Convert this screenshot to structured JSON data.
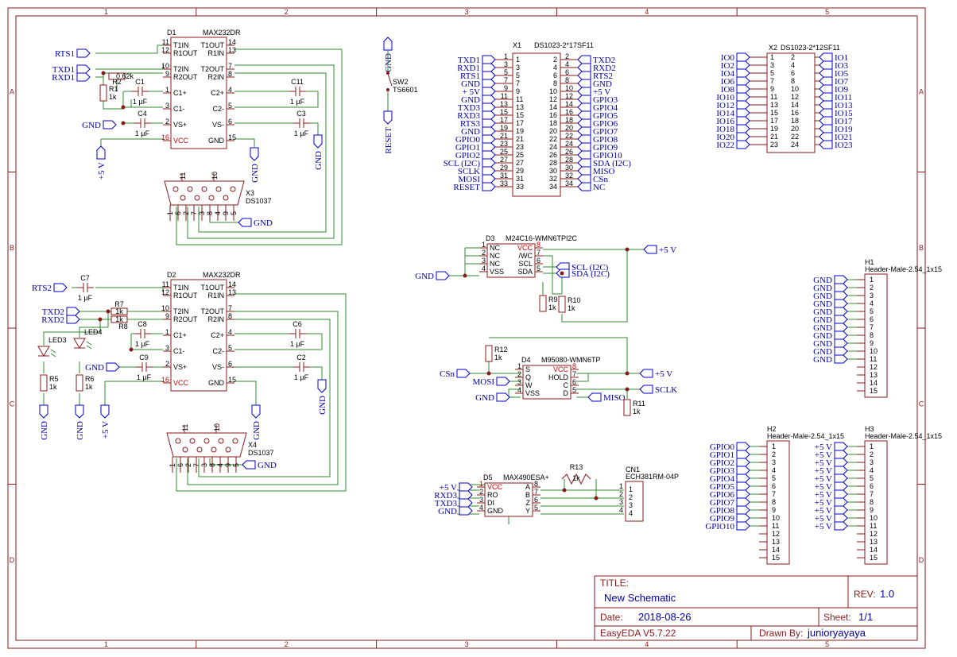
{
  "frame": {
    "columns": [
      "1",
      "2",
      "3",
      "4",
      "5"
    ],
    "rows": [
      "A",
      "B",
      "C",
      "D"
    ]
  },
  "title_block": {
    "title_label": "TITLE:",
    "title": "New Schematic",
    "rev_label": "REV:",
    "rev": "1.0",
    "date_label": "Date:",
    "date": "2018-08-26",
    "sheet_label": "Sheet:",
    "sheet": "1/1",
    "software": "EasyEDA V5.7.22",
    "drawn_label": "Drawn By:",
    "drawn_by": "junioryayaya"
  },
  "d1": {
    "ref": "D1",
    "part": "MAX232DR",
    "left_pins": [
      {
        "name": "T1IN",
        "num": "11"
      },
      {
        "name": "R1OUT",
        "num": "12"
      },
      {
        "name": "T2IN",
        "num": "10"
      },
      {
        "name": "R2OUT",
        "num": "9"
      },
      {
        "name": "C1+",
        "num": "1"
      },
      {
        "name": "C1-",
        "num": "3"
      },
      {
        "name": "VS+",
        "num": "2"
      },
      {
        "name": "VCC",
        "num": "16"
      }
    ],
    "right_pins": [
      {
        "name": "T1OUT",
        "num": "14"
      },
      {
        "name": "R1IN",
        "num": "13"
      },
      {
        "name": "T2OUT",
        "num": "7"
      },
      {
        "name": "R2IN",
        "num": "8"
      },
      {
        "name": "C2+",
        "num": "4"
      },
      {
        "name": "C2-",
        "num": "5"
      },
      {
        "name": "VS-",
        "num": "6"
      },
      {
        "name": "GND",
        "num": "15"
      }
    ]
  },
  "d2": {
    "ref": "D2",
    "part": "MAX232DR",
    "left_pins": [
      {
        "name": "T1IN",
        "num": "11"
      },
      {
        "name": "R1OUT",
        "num": "12"
      },
      {
        "name": "T2IN",
        "num": "10"
      },
      {
        "name": "R2OUT",
        "num": "9"
      },
      {
        "name": "C1+",
        "num": "1"
      },
      {
        "name": "C1-",
        "num": "3"
      },
      {
        "name": "VS+",
        "num": "2"
      },
      {
        "name": "VCC",
        "num": "16"
      }
    ],
    "right_pins": [
      {
        "name": "T1OUT",
        "num": "14"
      },
      {
        "name": "R1IN",
        "num": "13"
      },
      {
        "name": "T2OUT",
        "num": "7"
      },
      {
        "name": "R2IN",
        "num": "8"
      },
      {
        "name": "C2+",
        "num": "4"
      },
      {
        "name": "C2-",
        "num": "5"
      },
      {
        "name": "VS-",
        "num": "6"
      },
      {
        "name": "GND",
        "num": "15"
      }
    ]
  },
  "section1_labels": {
    "rts1": "RTS1",
    "txd1": "TXD1",
    "rxd1": "RXD1",
    "gnd": "GND",
    "vcc": "+5 V",
    "r1": "R1",
    "r1v": "1k",
    "r2": "R2",
    "r2v": "0.62k",
    "c1": "C1",
    "c4": "C4",
    "c11": "C11",
    "c3": "C3",
    "cap": "1 µF",
    "x3": "X3",
    "x3p": "DS1037",
    "x3gnd": "GND",
    "gnd2": "GND",
    "gnd3": "GND",
    "db_top": [
      "11",
      "10"
    ],
    "db_bot": [
      "1",
      "6",
      "2",
      "7",
      "3",
      "8",
      "4",
      "9",
      "5"
    ]
  },
  "section2_labels": {
    "rts2": "RTS2",
    "txd2": "TXD2",
    "rxd2": "RXD2",
    "gnd": "GND",
    "vcc": "+5 V",
    "c7": "C7",
    "r7": "R7",
    "r8": "R8",
    "rv": "1k",
    "c8": "C8",
    "c9": "C9",
    "c6": "C6",
    "c2": "C2",
    "cap": "1 µF",
    "led3": "LED3",
    "led4": "LED4",
    "r5": "R5",
    "r6": "R6",
    "gnd5": "GND",
    "gnd6": "GND",
    "gnd7": "GND",
    "gnd8": "GND",
    "x4": "X4",
    "x4p": "DS1037",
    "x4gnd": "GND",
    "db_top": [
      "11",
      "10"
    ],
    "db_bot": [
      "1",
      "6",
      "2",
      "7",
      "3",
      "8",
      "4",
      "9",
      "5"
    ]
  },
  "sw2": {
    "gnd": "GND",
    "ref": "SW2",
    "part": "TS6601",
    "reset": "RESET"
  },
  "x1": {
    "ref": "X1",
    "part": "DS1023-2*17SF11",
    "rows": [
      {
        "l": "TXD1",
        "a": "1",
        "b": "2",
        "r": "TXD2"
      },
      {
        "l": "RXD1",
        "a": "3",
        "b": "4",
        "r": "RXD2"
      },
      {
        "l": "RTS1",
        "a": "5",
        "b": "6",
        "r": "RTS2"
      },
      {
        "l": "GND",
        "a": "7",
        "b": "8",
        "r": "GND"
      },
      {
        "l": "+ 5V",
        "a": "9",
        "b": "10",
        "r": "+5 V"
      },
      {
        "l": "GND",
        "a": "11",
        "b": "12",
        "r": "GPIO3"
      },
      {
        "l": "TXD3",
        "a": "13",
        "b": "14",
        "r": "GPIO4"
      },
      {
        "l": "RXD3",
        "a": "15",
        "b": "16",
        "r": "GPIO5"
      },
      {
        "l": "RTS3",
        "a": "17",
        "b": "18",
        "r": "GPIO6"
      },
      {
        "l": "GND",
        "a": "19",
        "b": "20",
        "r": "GPIO7"
      },
      {
        "l": "GPIO0",
        "a": "21",
        "b": "22",
        "r": "GPIO8"
      },
      {
        "l": "GPIO1",
        "a": "23",
        "b": "24",
        "r": "GPIO9"
      },
      {
        "l": "GPIO2",
        "a": "25",
        "b": "26",
        "r": "GPIO10"
      },
      {
        "l": "SCL (I2C)",
        "a": "27",
        "b": "28",
        "r": "SDA (I2C)"
      },
      {
        "l": "SCLK",
        "a": "29",
        "b": "30",
        "r": "MISO"
      },
      {
        "l": "MOSI",
        "a": "31",
        "b": "32",
        "r": "CSn"
      },
      {
        "l": "RESET",
        "a": "33",
        "b": "34",
        "r": "NC"
      }
    ]
  },
  "x2": {
    "ref": "X2",
    "part": "DS1023-2*12SF11",
    "rows": [
      {
        "l": "IO0",
        "a": "1",
        "b": "2",
        "r": "IO1"
      },
      {
        "l": "IO2",
        "a": "3",
        "b": "4",
        "r": "IO3"
      },
      {
        "l": "IO4",
        "a": "5",
        "b": "6",
        "r": "IO5"
      },
      {
        "l": "IO6",
        "a": "7",
        "b": "8",
        "r": "IO7"
      },
      {
        "l": "IO8",
        "a": "9",
        "b": "10",
        "r": "IO9"
      },
      {
        "l": "IO10",
        "a": "11",
        "b": "12",
        "r": "IO11"
      },
      {
        "l": "IO12",
        "a": "13",
        "b": "14",
        "r": "IO13"
      },
      {
        "l": "IO14",
        "a": "15",
        "b": "16",
        "r": "IO15"
      },
      {
        "l": "IO16",
        "a": "17",
        "b": "18",
        "r": "IO17"
      },
      {
        "l": "IO18",
        "a": "19",
        "b": "20",
        "r": "IO19"
      },
      {
        "l": "IO20",
        "a": "21",
        "b": "22",
        "r": "IO21"
      },
      {
        "l": "IO22",
        "a": "23",
        "b": "24",
        "r": "IO23"
      }
    ]
  },
  "d3": {
    "ref": "D3",
    "part": "M24C16-WMN6TPI2C",
    "left": [
      {
        "n": "1",
        "p": "NC"
      },
      {
        "n": "2",
        "p": "NC"
      },
      {
        "n": "3",
        "p": "NC"
      },
      {
        "n": "4",
        "p": "VSS"
      }
    ],
    "right": [
      {
        "n": "8",
        "p": "VCC"
      },
      {
        "n": "7",
        "p": "/WC"
      },
      {
        "n": "6",
        "p": "SCL"
      },
      {
        "n": "5",
        "p": "SDA"
      }
    ],
    "gnd": "GND",
    "vcc": "+5 V",
    "scl": "SCL (I2C)",
    "sda": "SDA (I2C)",
    "r9": "R9",
    "r10": "R10",
    "rv": "1k"
  },
  "d4": {
    "ref": "D4",
    "part": "M95080-WMN6TP",
    "left": [
      {
        "n": "1",
        "p": "S"
      },
      {
        "n": "2",
        "p": "Q"
      },
      {
        "n": "3",
        "p": "W"
      },
      {
        "n": "4",
        "p": "VSS"
      }
    ],
    "right": [
      {
        "n": "8",
        "p": "VCC"
      },
      {
        "n": "7",
        "p": "HOLD"
      },
      {
        "n": "6",
        "p": "C"
      },
      {
        "n": "5",
        "p": "D"
      }
    ],
    "csn": "CSn",
    "mosi": "MOSI",
    "gnd": "GND",
    "vcc": "+5 V",
    "sclk": "SCLK",
    "miso": "MISO",
    "r12": "R12",
    "r11": "R11",
    "rv": "1k"
  },
  "d5": {
    "ref": "D5",
    "part": "MAX490ESA+",
    "left": [
      {
        "n": "1",
        "p": "VCC"
      },
      {
        "n": "2",
        "p": "RO"
      },
      {
        "n": "3",
        "p": "DI"
      },
      {
        "n": "4",
        "p": "GND"
      }
    ],
    "right": [
      {
        "n": "8",
        "p": "A"
      },
      {
        "n": "7",
        "p": "B"
      },
      {
        "n": "6",
        "p": "Z"
      },
      {
        "n": "5",
        "p": "Y"
      }
    ],
    "nets": [
      "+5 V",
      "RXD3",
      "TXD3",
      "GND"
    ],
    "r13": "R13",
    "r13v": "1k"
  },
  "cn1": {
    "ref": "CN1",
    "part": "ECH381RM-04P",
    "pins": [
      "1",
      "2",
      "3",
      "4"
    ]
  },
  "h1": {
    "ref": "H1",
    "part": "Header-Male-2.54_1x15",
    "net": "GND",
    "count": 11
  },
  "h2": {
    "ref": "H2",
    "part": "Header-Male-2.54_1x15",
    "nets": [
      "GPIO0",
      "GPIO1",
      "GPIO2",
      "GPIO3",
      "GPIO4",
      "GPIO5",
      "GPIO6",
      "GPIO7",
      "GPIO8",
      "GPIO9",
      "GPIO10"
    ]
  },
  "h3": {
    "ref": "H3",
    "part": "Header-Male-2.54_1x15",
    "net": "+5 V",
    "count": 11
  }
}
